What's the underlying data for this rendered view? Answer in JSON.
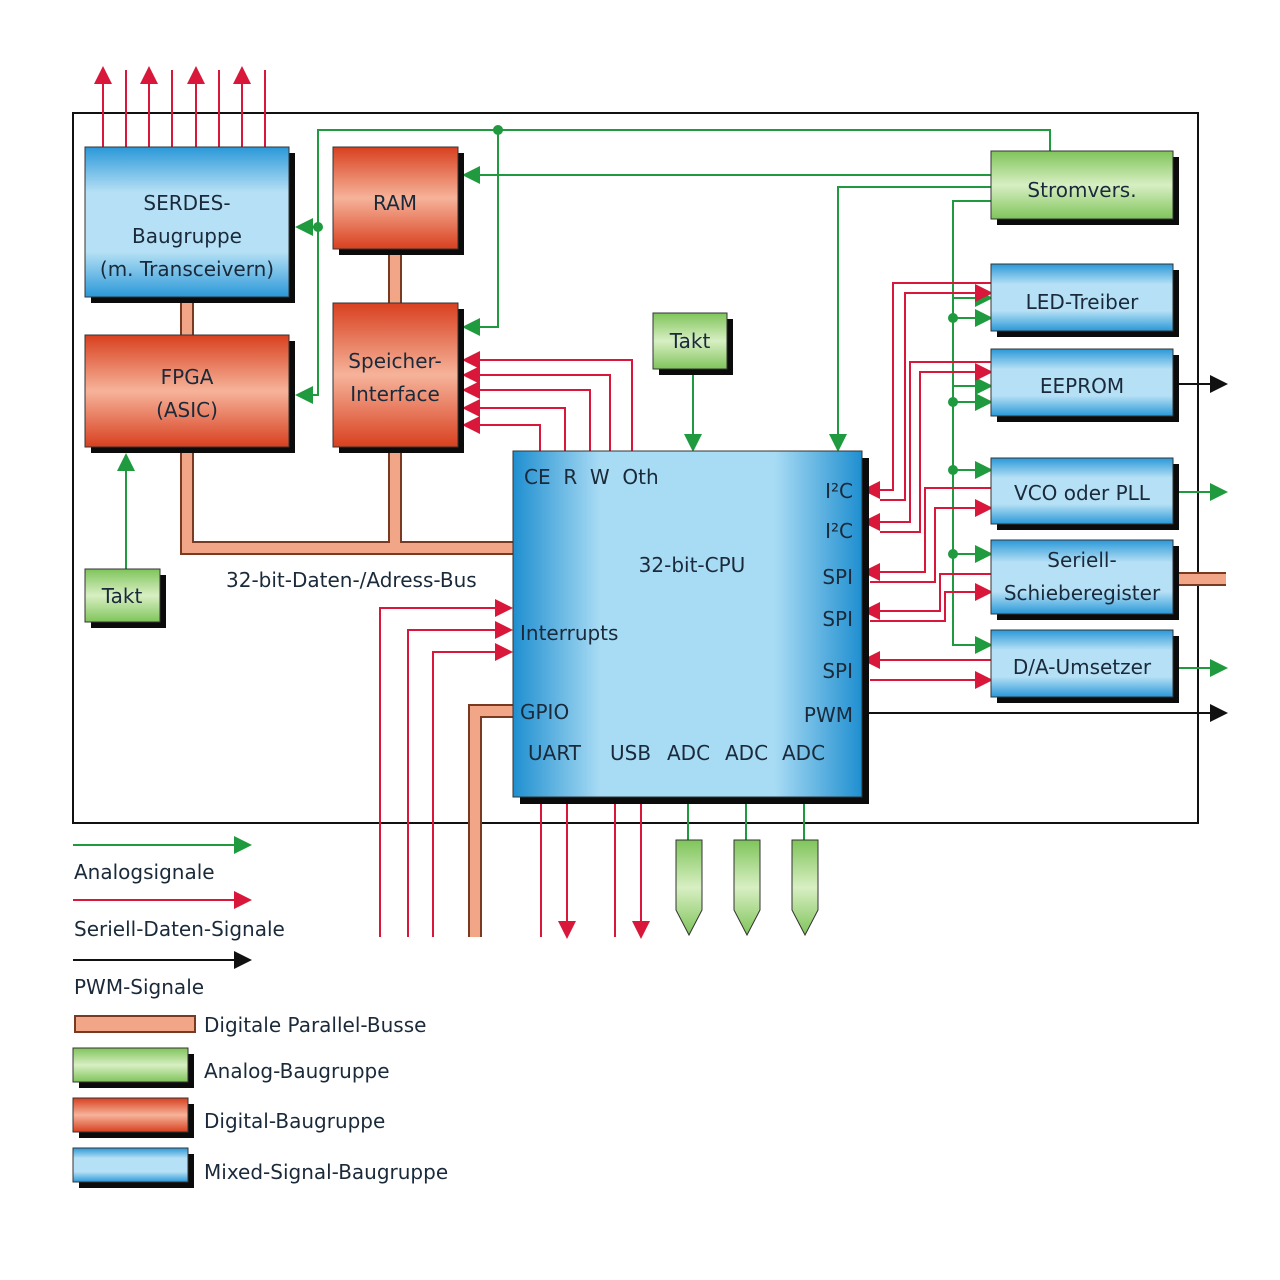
{
  "blocks": {
    "serdes": [
      "SERDES-",
      "Baugruppe",
      "(m. Transceivern)"
    ],
    "ram": "RAM",
    "speicher": [
      "Speicher-",
      "Interface"
    ],
    "fpga": [
      "FPGA",
      "(ASIC)"
    ],
    "takt_top": "Takt",
    "takt_left": "Takt",
    "stromvers": "Stromvers.",
    "led": "LED-Treiber",
    "eeprom": "EEPROM",
    "vco": "VCO oder PLL",
    "schiebe": [
      "Seriell-",
      "Schieberegister"
    ],
    "da": "D/A-Umsetzer"
  },
  "cpu": {
    "title": "32-bit-CPU",
    "top_pins": "CE  R  W  Oth",
    "right_pins": [
      "I²C",
      "I²C",
      "SPI",
      "SPI",
      "SPI",
      "PWM"
    ],
    "left_pins": [
      "Interrupts",
      "GPIO"
    ],
    "bottom_pins": [
      "UART",
      "USB",
      "ADC",
      "ADC",
      "ADC"
    ]
  },
  "bus_label": "32-bit-Daten-/Adress-Bus",
  "legend": {
    "analog": "Analogsignale",
    "serial": "Seriell-Daten-Signale",
    "pwm": "PWM-Signale",
    "bus": "Digitale Parallel-Busse",
    "analog_block": "Analog-Baugruppe",
    "digital_block": "Digital-Baugruppe",
    "mixed_block": "Mixed-Signal-Baugruppe"
  },
  "colors": {
    "analog": "#1f9a3e",
    "serial": "#d9173a",
    "pwm": "#111111",
    "bus": "#f2a688",
    "analog_block": "#8fcf6a",
    "digital_block": "#e8583a",
    "mixed_block": "#3aa8e0"
  }
}
